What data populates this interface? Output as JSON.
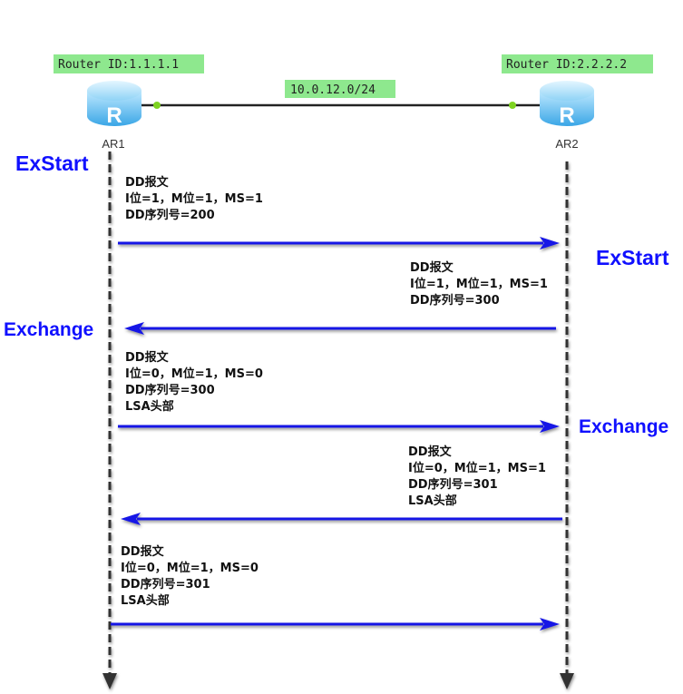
{
  "routers": [
    {
      "name": "AR1",
      "router_id": "Router ID:1.1.1.1"
    },
    {
      "name": "AR2",
      "router_id": "Router ID:2.2.2.2"
    }
  ],
  "link_label": "10.0.12.0/24",
  "states": [
    "ExStart",
    "ExStart",
    "Exchange",
    "Exchange"
  ],
  "messages": [
    {
      "direction": "right",
      "lines": [
        "DD报文",
        "I位=1，M位=1，MS=1",
        "DD序列号=200"
      ]
    },
    {
      "direction": "left",
      "lines": [
        "DD报文",
        "I位=1，M位=1，MS=1",
        "DD序列号=300"
      ]
    },
    {
      "direction": "right",
      "lines": [
        "DD报文",
        "I位=0，M位=1，MS=0",
        "DD序列号=300",
        "LSA头部"
      ]
    },
    {
      "direction": "left",
      "lines": [
        "DD报文",
        "I位=0，M位=1，MS=1",
        "DD序列号=301",
        "LSA头部"
      ]
    },
    {
      "direction": "right",
      "lines": [
        "DD报文",
        "I位=0，M位=1，MS=0",
        "DD序列号=301",
        "LSA头部"
      ]
    }
  ],
  "colors": {
    "arrow": "#1515e6",
    "label_bg": "#8ee88e",
    "state": "#1010ff"
  }
}
